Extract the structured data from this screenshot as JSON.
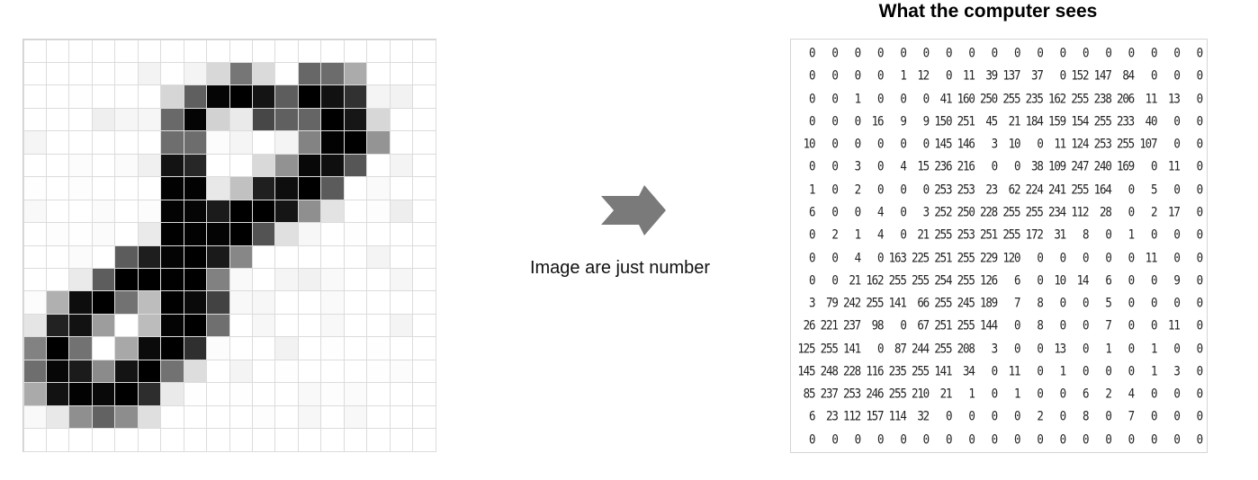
{
  "title": "What the computer sees",
  "caption": "Image are just number",
  "colors": {
    "arrow": "#7a7a7a",
    "grid_line": "#dcdcdc",
    "text": "#222222"
  },
  "icons": {
    "arrow": "right-arrow-icon"
  },
  "matrix": [
    [
      0,
      0,
      0,
      0,
      0,
      0,
      0,
      0,
      0,
      0,
      0,
      0,
      0,
      0,
      0,
      0,
      0,
      0
    ],
    [
      0,
      0,
      0,
      0,
      1,
      12,
      0,
      11,
      39,
      137,
      37,
      0,
      152,
      147,
      84,
      0,
      0,
      0
    ],
    [
      0,
      0,
      1,
      0,
      0,
      0,
      41,
      160,
      250,
      255,
      235,
      162,
      255,
      238,
      206,
      11,
      13,
      0
    ],
    [
      0,
      0,
      0,
      16,
      9,
      9,
      150,
      251,
      45,
      21,
      184,
      159,
      154,
      255,
      233,
      40,
      0,
      0
    ],
    [
      10,
      0,
      0,
      0,
      0,
      0,
      145,
      146,
      3,
      10,
      0,
      11,
      124,
      253,
      255,
      107,
      0,
      0
    ],
    [
      0,
      0,
      3,
      0,
      4,
      15,
      236,
      216,
      0,
      0,
      38,
      109,
      247,
      240,
      169,
      0,
      11,
      0
    ],
    [
      1,
      0,
      2,
      0,
      0,
      0,
      253,
      253,
      23,
      62,
      224,
      241,
      255,
      164,
      0,
      5,
      0,
      0
    ],
    [
      6,
      0,
      0,
      4,
      0,
      3,
      252,
      250,
      228,
      255,
      255,
      234,
      112,
      28,
      0,
      2,
      17,
      0
    ],
    [
      0,
      2,
      1,
      4,
      0,
      21,
      255,
      253,
      251,
      255,
      172,
      31,
      8,
      0,
      1,
      0,
      0,
      0
    ],
    [
      0,
      0,
      4,
      0,
      163,
      225,
      251,
      255,
      229,
      120,
      0,
      0,
      0,
      0,
      0,
      11,
      0,
      0
    ],
    [
      0,
      0,
      21,
      162,
      255,
      255,
      254,
      255,
      126,
      6,
      0,
      10,
      14,
      6,
      0,
      0,
      9,
      0
    ],
    [
      3,
      79,
      242,
      255,
      141,
      66,
      255,
      245,
      189,
      7,
      8,
      0,
      0,
      5,
      0,
      0,
      0,
      0
    ],
    [
      26,
      221,
      237,
      98,
      0,
      67,
      251,
      255,
      144,
      0,
      8,
      0,
      0,
      7,
      0,
      0,
      11,
      0
    ],
    [
      125,
      255,
      141,
      0,
      87,
      244,
      255,
      208,
      3,
      0,
      0,
      13,
      0,
      1,
      0,
      1,
      0,
      0
    ],
    [
      145,
      248,
      228,
      116,
      235,
      255,
      141,
      34,
      0,
      11,
      0,
      1,
      0,
      0,
      0,
      1,
      3,
      0
    ],
    [
      85,
      237,
      253,
      246,
      255,
      210,
      21,
      1,
      0,
      1,
      0,
      0,
      6,
      2,
      4,
      0,
      0,
      0
    ],
    [
      6,
      23,
      112,
      157,
      114,
      32,
      0,
      0,
      0,
      0,
      2,
      0,
      8,
      0,
      7,
      0,
      0,
      0
    ],
    [
      0,
      0,
      0,
      0,
      0,
      0,
      0,
      0,
      0,
      0,
      0,
      0,
      0,
      0,
      0,
      0,
      0,
      0
    ]
  ]
}
